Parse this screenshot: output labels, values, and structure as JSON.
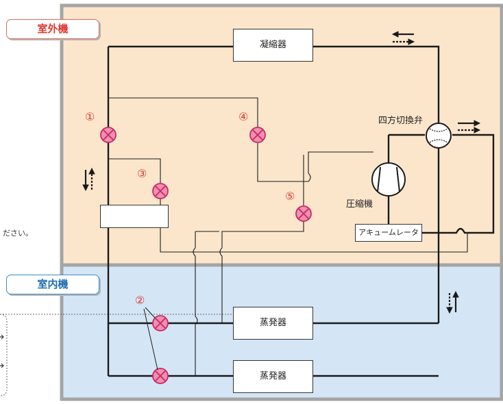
{
  "zones": {
    "outdoor": {
      "label": "室外機",
      "fill": "#fbe6cc"
    },
    "indoor": {
      "label": "室内機",
      "fill": "#d4e6f6"
    },
    "frame_color": "#a5a5a5"
  },
  "components": {
    "condenser": "凝縮器",
    "evaporator_upper": "蒸発器",
    "evaporator_lower": "蒸発器",
    "compressor": "圧縮機",
    "four_way_valve": "四方切換弁",
    "accumulator": "アキュームレータ"
  },
  "valves": {
    "v1": "①",
    "v2": "②",
    "v3": "③",
    "v4": "④",
    "v5": "⑤"
  },
  "cutoff_text": "ださい。",
  "colors": {
    "valve_fill": "#ef8fb3",
    "valve_stroke": "#c8285e",
    "valve_label": "#e0372f",
    "pipe": "#1a1a1a"
  },
  "icons": [
    "flow-arrow-solid-icon",
    "flow-arrow-dotted-icon",
    "compressor-icon",
    "four-way-valve-icon",
    "expansion-valve-icon"
  ]
}
